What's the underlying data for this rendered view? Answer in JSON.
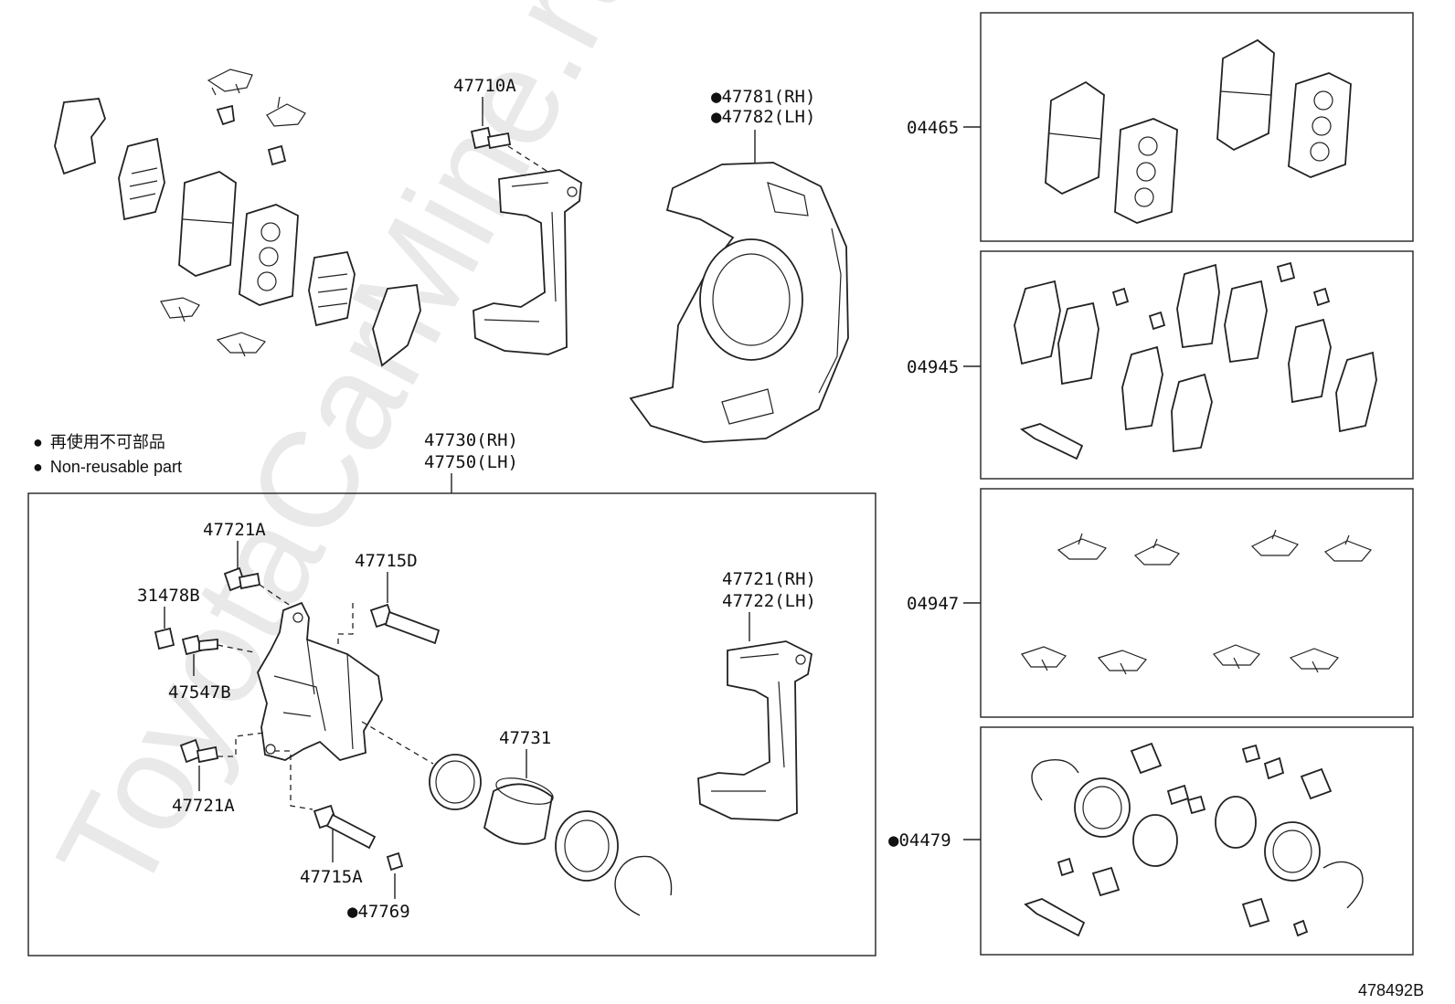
{
  "watermark": "ToyotaCarMine.ru",
  "legend": [
    {
      "marker": "●",
      "text": "再使用不可部品"
    },
    {
      "marker": "●",
      "text": "Non-reusable part"
    }
  ],
  "top_parts": {
    "bracket_bolt": "47710A",
    "dust_cover_rh": "●47781(RH)",
    "dust_cover_lh": "●47782(LH)"
  },
  "caliper_assembly": {
    "rh": "47730(RH)",
    "lh": "47750(LH)"
  },
  "caliper_parts": {
    "bolt_upper": "47721A",
    "slide_pin_d": "47715D",
    "cap": "31478B",
    "bleeder": "47547B",
    "bolt_lower": "47721A",
    "slide_pin_a": "47715A",
    "bush": "●47769",
    "piston": "47731",
    "mount_rh": "47721(RH)",
    "mount_lh": "47722(LH)"
  },
  "kits": [
    {
      "id": "04465"
    },
    {
      "id": "04945"
    },
    {
      "id": "04947"
    },
    {
      "id": "●04479"
    }
  ],
  "figure_id": "478492B"
}
